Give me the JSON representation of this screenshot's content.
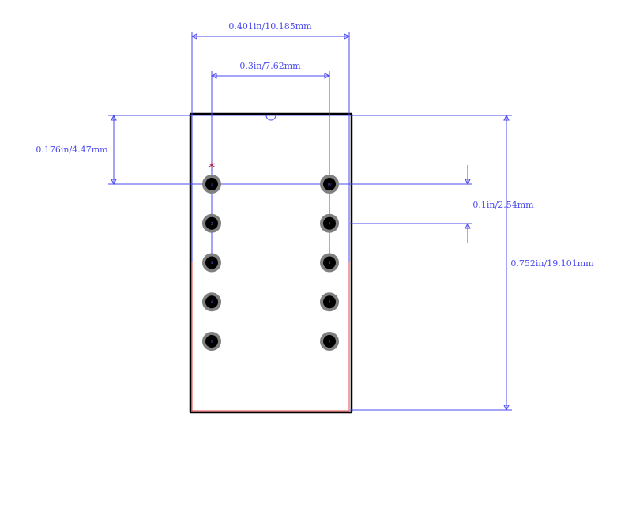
{
  "colors": {
    "dimension": "#4a4af0",
    "outline": "#000000",
    "courtyard": "#e04a4a",
    "pad_ring": "#808080",
    "pad_hole": "#000000",
    "pin1_marker": "#a0205a"
  },
  "dimensions": {
    "overall_width": "0.401in/10.185mm",
    "row_spacing": "0.3in/7.62mm",
    "top_to_pin1": "0.176in/4.47mm",
    "pin_pitch": "0.1in/2.54mm",
    "overall_length": "0.752in/19.101mm"
  },
  "pin1_marker": "*",
  "pads": {
    "left_column": [
      {
        "pin": "1"
      },
      {
        "pin": "2"
      },
      {
        "pin": "3"
      },
      {
        "pin": "4"
      },
      {
        "pin": "5"
      }
    ],
    "right_column": [
      {
        "pin": "10"
      },
      {
        "pin": "9"
      },
      {
        "pin": "8"
      },
      {
        "pin": "7"
      },
      {
        "pin": "6"
      }
    ]
  }
}
